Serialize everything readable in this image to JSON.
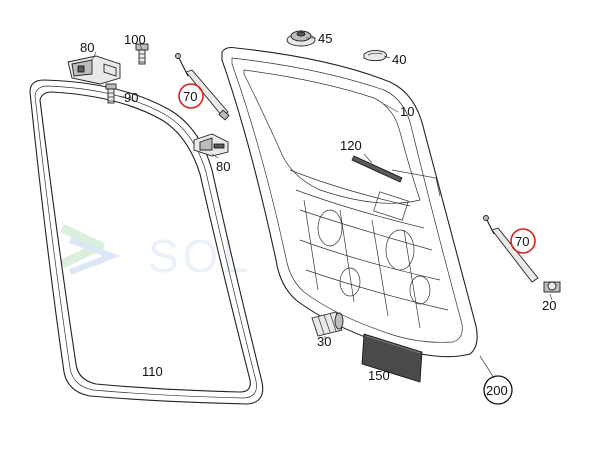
{
  "watermark": {
    "text": "SOL",
    "color": "#cfe0f0",
    "accent": "#cde8c8"
  },
  "highlight_color": "#d42020",
  "callouts": [
    {
      "id": "c80a",
      "label": "80",
      "circled": "none"
    },
    {
      "id": "c100",
      "label": "100",
      "circled": "none"
    },
    {
      "id": "c90",
      "label": "90",
      "circled": "none"
    },
    {
      "id": "c70a",
      "label": "70",
      "circled": "red"
    },
    {
      "id": "c45",
      "label": "45",
      "circled": "none"
    },
    {
      "id": "c40",
      "label": "40",
      "circled": "none"
    },
    {
      "id": "c10",
      "label": "10",
      "circled": "none"
    },
    {
      "id": "c120",
      "label": "120",
      "circled": "none"
    },
    {
      "id": "c80b",
      "label": "80",
      "circled": "none"
    },
    {
      "id": "c70b",
      "label": "70",
      "circled": "red"
    },
    {
      "id": "c20",
      "label": "20",
      "circled": "none"
    },
    {
      "id": "c30",
      "label": "30",
      "circled": "none"
    },
    {
      "id": "c110",
      "label": "110",
      "circled": "none"
    },
    {
      "id": "c150",
      "label": "150",
      "circled": "none"
    },
    {
      "id": "c200",
      "label": "200",
      "circled": "black"
    }
  ]
}
